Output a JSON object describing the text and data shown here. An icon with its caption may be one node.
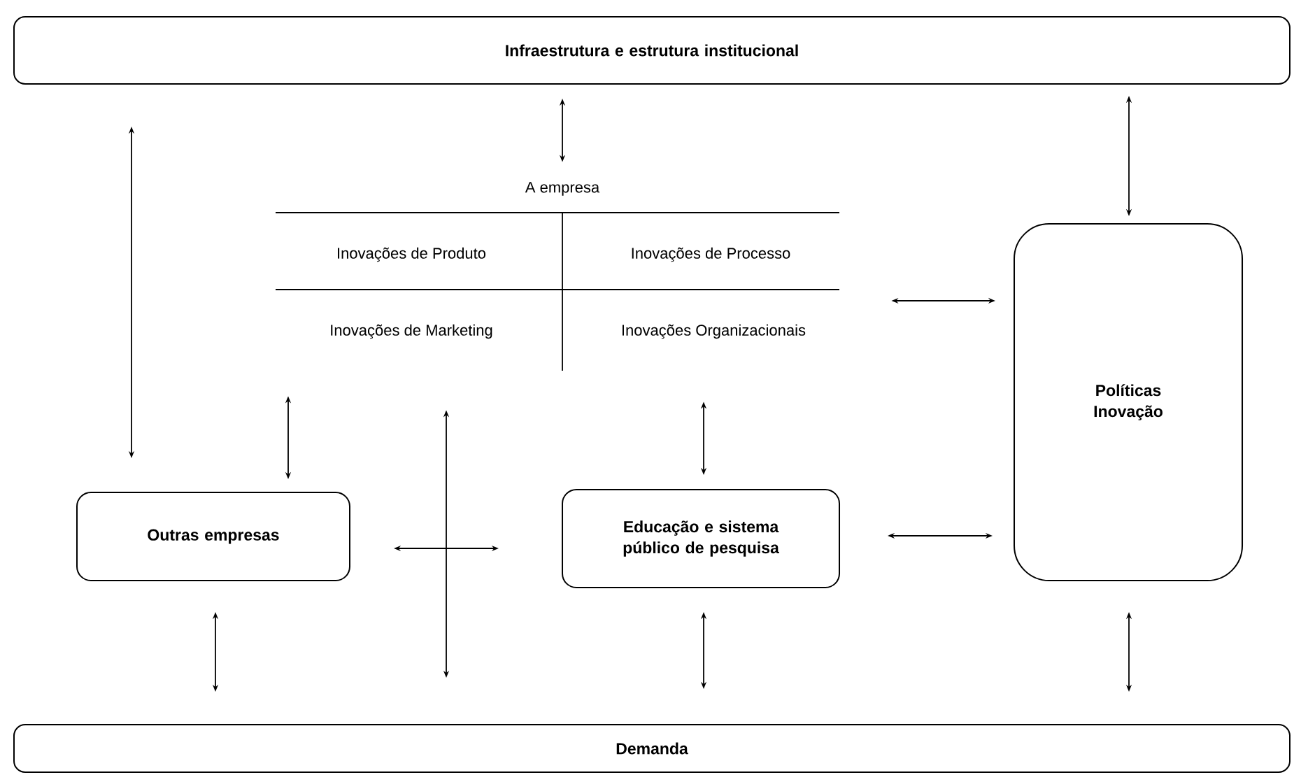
{
  "diagram": {
    "nodes": [
      {
        "text": [
          "Infraestrutura e estrutura institucional"
        ]
      },
      {
        "text": [
          "A empresa",
          "Inovações de Produto",
          "Inovações de Processo",
          "Inovações de Marketing",
          "Inovações Organizacionais"
        ]
      },
      {
        "text": [
          "Políticas Inovação"
        ]
      },
      {
        "text": [
          "Outras empresas"
        ]
      },
      {
        "text": [
          "Educação e sistema público de pesquisa"
        ]
      },
      {
        "text": [
          "Demanda"
        ]
      }
    ],
    "edges": [
      {
        "from": 0,
        "to": 3,
        "arrow": "both"
      },
      {
        "from": 0,
        "to": 1,
        "arrow": "both"
      },
      {
        "from": 0,
        "to": 2,
        "arrow": "both"
      },
      {
        "from": 1,
        "to": 2,
        "arrow": "both"
      },
      {
        "from": 1,
        "to": 3,
        "arrow": "both"
      },
      {
        "from": 1,
        "to": 4,
        "arrow": "both"
      },
      {
        "from": 1,
        "to": 5,
        "arrow": "both"
      },
      {
        "from": 3,
        "to": 4,
        "arrow": "both"
      },
      {
        "from": 4,
        "to": 2,
        "arrow": "both"
      },
      {
        "from": 3,
        "to": 5,
        "arrow": "both"
      },
      {
        "from": 4,
        "to": 5,
        "arrow": "both"
      },
      {
        "from": 2,
        "to": 5,
        "arrow": "both"
      }
    ]
  }
}
